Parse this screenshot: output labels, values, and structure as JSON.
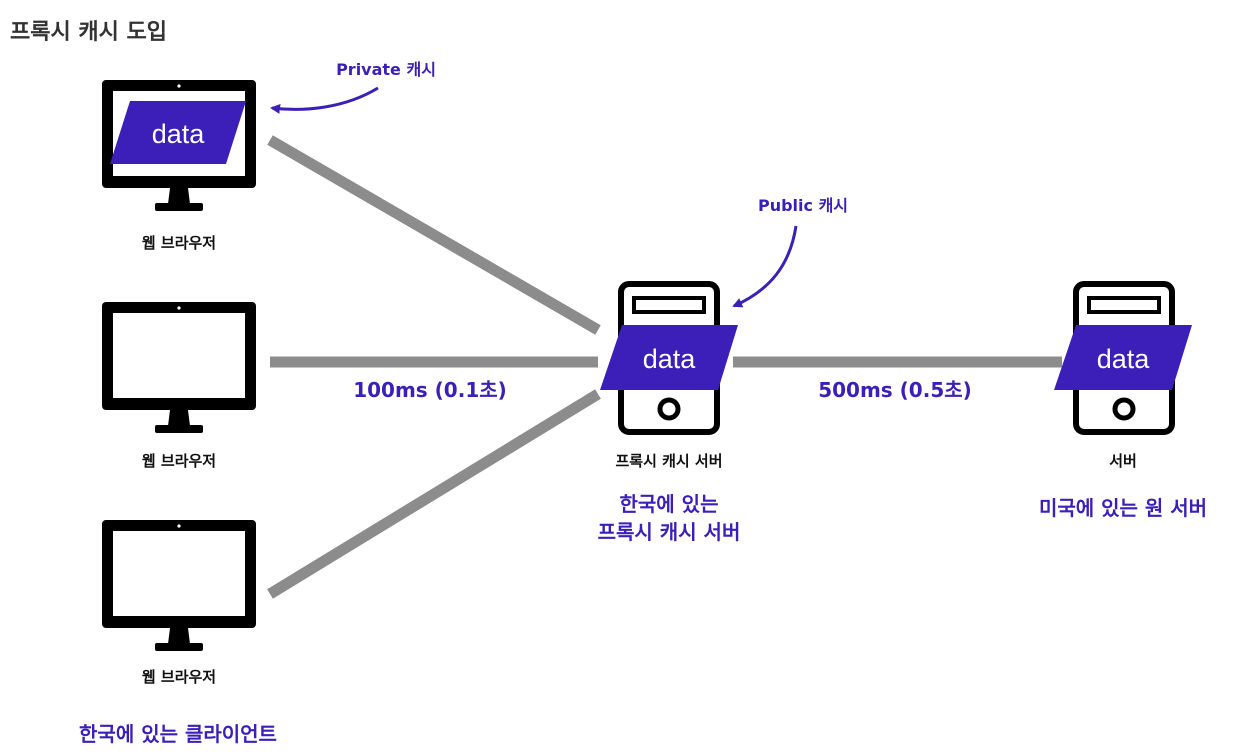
{
  "title": "프록시 캐시 도입",
  "notes": {
    "private_cache": "Private 캐시",
    "public_cache": "Public 캐시"
  },
  "data_label": "data",
  "clients": [
    {
      "label": "웹 브라우저"
    },
    {
      "label": "웹 브라우저"
    },
    {
      "label": "웹 브라우저"
    }
  ],
  "proxy": {
    "label": "프록시 캐시 서버",
    "caption_line1": "한국에 있는",
    "caption_line2": "프록시 캐시 서버"
  },
  "origin": {
    "label": "서버",
    "caption": "미국에 있는 원 서버"
  },
  "latency": {
    "client_to_proxy": "100ms (0.1초)",
    "proxy_to_origin": "500ms (0.5초)"
  },
  "clients_caption": "한국에 있는 클라이언트",
  "colors": {
    "accent": "#3b1fb8",
    "line": "#8c8c8c",
    "device": "#000000"
  }
}
